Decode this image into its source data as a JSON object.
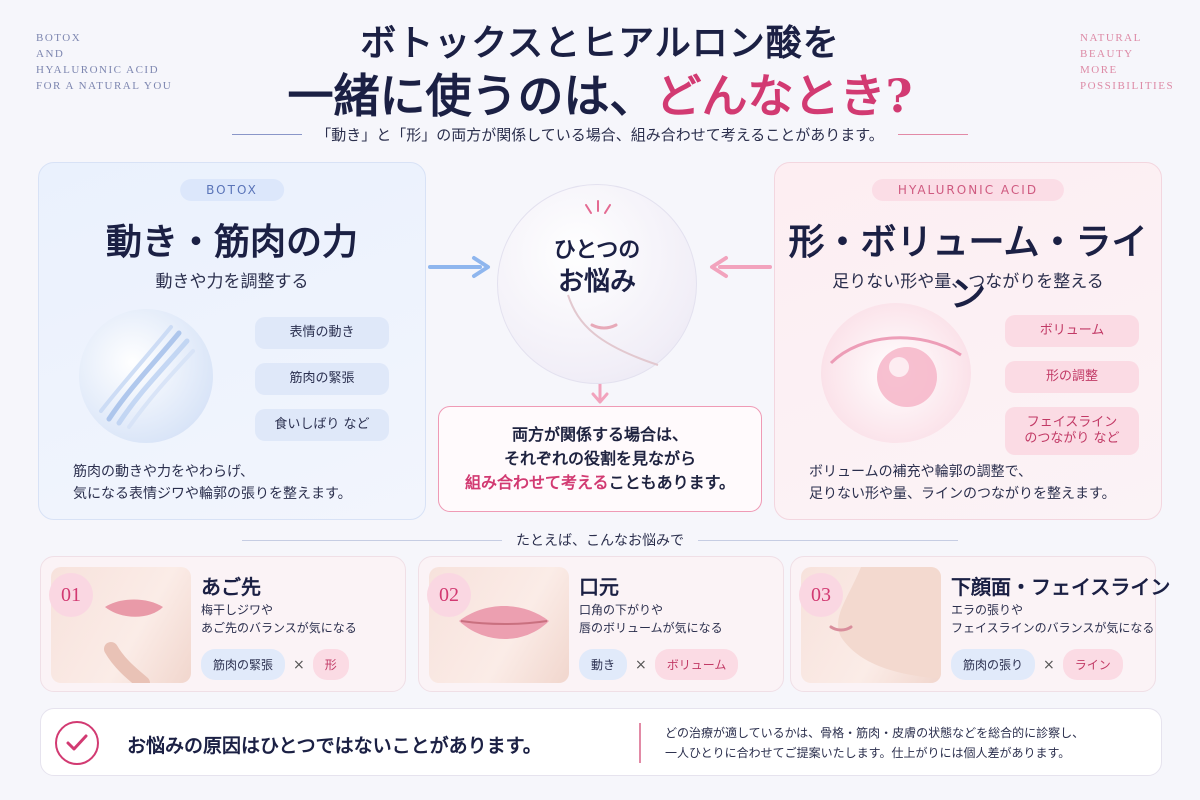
{
  "corner_left": [
    "BOTOX",
    "AND",
    "HYALURONIC ACID",
    "FOR A NATURAL YOU"
  ],
  "corner_right": [
    "NATURAL",
    "BEAUTY",
    "MORE",
    "POSSIBILITIES"
  ],
  "title": {
    "line1": "ボトックスとヒアルロン酸を",
    "line2_main": "一緒に使うのは、",
    "line2_accent": "どんなとき?",
    "subtitle": "「動き」と「形」の両方が関係している場合、組み合わせて考えることがあります。"
  },
  "botox": {
    "tag": "BOTOX",
    "heading": "動き・筋肉の力",
    "sub": "動きや力を調整する",
    "chips": [
      "表情の動き",
      "筋肉の緊張",
      "食いしばり など"
    ],
    "desc_line1": "筋肉の動きや力をやわらげ、",
    "desc_line2": "気になる表情ジワや輪郭の張りを整えます。"
  },
  "hyaluronic": {
    "tag": "HYALURONIC ACID",
    "heading": "形・ボリューム・ライン",
    "sub": "足りない形や量、つながりを整える",
    "chips": [
      "ボリューム",
      "形の調整",
      "フェイスライン",
      "のつながり など"
    ],
    "desc_line1": "ボリュームの補充や輪郭の調整で、",
    "desc_line2": "足りない形や量、ラインのつながりを整えます。"
  },
  "center": {
    "line1": "ひとつの",
    "line2": "お悩み",
    "box_line1": "両方が関係する場合は、",
    "box_line2": "それぞれの役割を見ながら",
    "box_accent": "組み合わせて考える",
    "box_tail": "こともあります。"
  },
  "divider_text": "たとえば、こんなお悩みで",
  "cases": [
    {
      "num": "01",
      "title": "あご先",
      "desc1": "梅干しジワや",
      "desc2": "あご先のバランスが気になる",
      "tag_blue": "筋肉の緊張",
      "times": "×",
      "tag_pink": "形"
    },
    {
      "num": "02",
      "title": "口元",
      "desc1": "口角の下がりや",
      "desc2": "唇のボリュームが気になる",
      "tag_blue": "動き",
      "times": "×",
      "tag_pink": "ボリューム"
    },
    {
      "num": "03",
      "title": "下顔面・フェイスライン",
      "desc1": "エラの張りや",
      "desc2": "フェイスラインのバランスが気になる",
      "tag_blue": "筋肉の張り",
      "times": "×",
      "tag_pink": "ライン"
    }
  ],
  "footer": {
    "main": "お悩みの原因はひとつではないことがあります。",
    "note1": "どの治療が適しているかは、骨格・筋肉・皮膚の状態などを総合的に診察し、",
    "note2": "一人ひとりに合わせてご提案いたします。仕上がりには個人差があります。"
  },
  "colors": {
    "accent": "#d23a72",
    "navy": "#1b2044",
    "blue_arrow": "#8fb6ee",
    "pink_arrow": "#f2a3bd"
  }
}
